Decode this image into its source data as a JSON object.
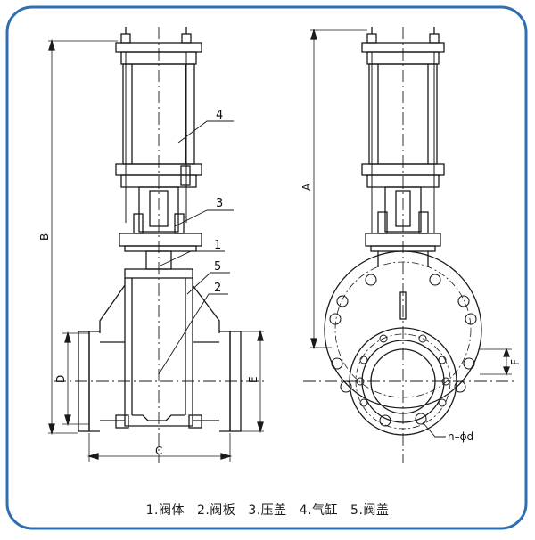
{
  "callouts": {
    "c1": "1",
    "c2": "2",
    "c3": "3",
    "c4": "4",
    "c5": "5"
  },
  "dimensions": {
    "A": "A",
    "B": "B",
    "C": "C",
    "D": "D",
    "E": "E",
    "F": "F",
    "holes": "n–ϕd"
  },
  "legend": [
    {
      "text": "1.阀体"
    },
    {
      "text": "2.阀板"
    },
    {
      "text": "3.压盖"
    },
    {
      "text": "4.气缸"
    },
    {
      "text": "5.阀盖"
    }
  ],
  "colors": {
    "frame": "#2f6fb0",
    "line": "#1a1a1a"
  }
}
